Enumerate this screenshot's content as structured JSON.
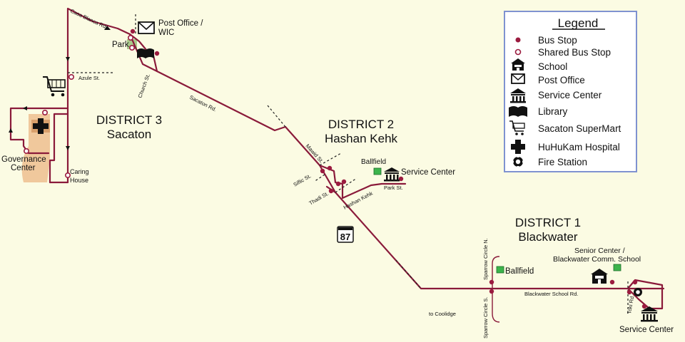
{
  "districts": [
    {
      "name": "DISTRICT 3",
      "place": "Sacaton"
    },
    {
      "name": "DISTRICT 2",
      "place": "Hashan Kehk"
    },
    {
      "name": "DISTRICT 1",
      "place": "Blackwater"
    }
  ],
  "labels": {
    "post_office_wic_1": "Post Office /",
    "post_office_wic_2": "WIC",
    "park": "Park",
    "governance_1": "Governance",
    "governance_2": "Center",
    "caring_1": "Caring",
    "caring_2": "House",
    "ballfield_d2": "Ballfield",
    "service_center_d2": "Service Center",
    "ballfield_d1": "Ballfield",
    "senior_center_1": "Senior Center /",
    "senior_center_2": "Blackwater Comm. School",
    "service_center_d1": "Service Center",
    "to_coolidge": "to Coolidge",
    "highway_shield": "87"
  },
  "streets": {
    "casa_blanca": "Casa Blanca Rd.",
    "azule": "Azule St.",
    "church": "Church St.",
    "sacaton_rd": "Sacaton Rd.",
    "mawid": "Mawid St.",
    "siflic": "Siflic St.",
    "thadi": "Thadi St.",
    "hashan_kehk": "Hashan Kehk",
    "park_st": "Park St.",
    "sparrow_n": "Sparrow Circle N.",
    "sparrow_s": "Sparrow Circle S.",
    "blackwater_school": "Blackwater School Rd.",
    "toki": "Toki Rd."
  },
  "legend": {
    "title": "Legend",
    "items": [
      {
        "label": "Bus Stop",
        "icon": "bus-stop-icon"
      },
      {
        "label": "Shared Bus Stop",
        "icon": "shared-bus-stop-icon"
      },
      {
        "label": "School",
        "icon": "school-icon"
      },
      {
        "label": "Post Office",
        "icon": "post-office-icon"
      },
      {
        "label": "Service Center",
        "icon": "service-center-icon"
      },
      {
        "label": "Library",
        "icon": "library-icon"
      },
      {
        "label": "Sacaton SuperMart",
        "icon": "shopping-cart-icon"
      },
      {
        "label": "HuHuKam Hospital",
        "icon": "hospital-icon"
      },
      {
        "label": "Fire Station",
        "icon": "fire-station-icon"
      }
    ]
  },
  "colors": {
    "route": "#8a1a3a",
    "stop": "#9b1b3f",
    "background": "#fbfbe3",
    "legend_border": "#7f92d0",
    "ballfield": "#3cb44b",
    "governance_area": "#f0c89c"
  }
}
